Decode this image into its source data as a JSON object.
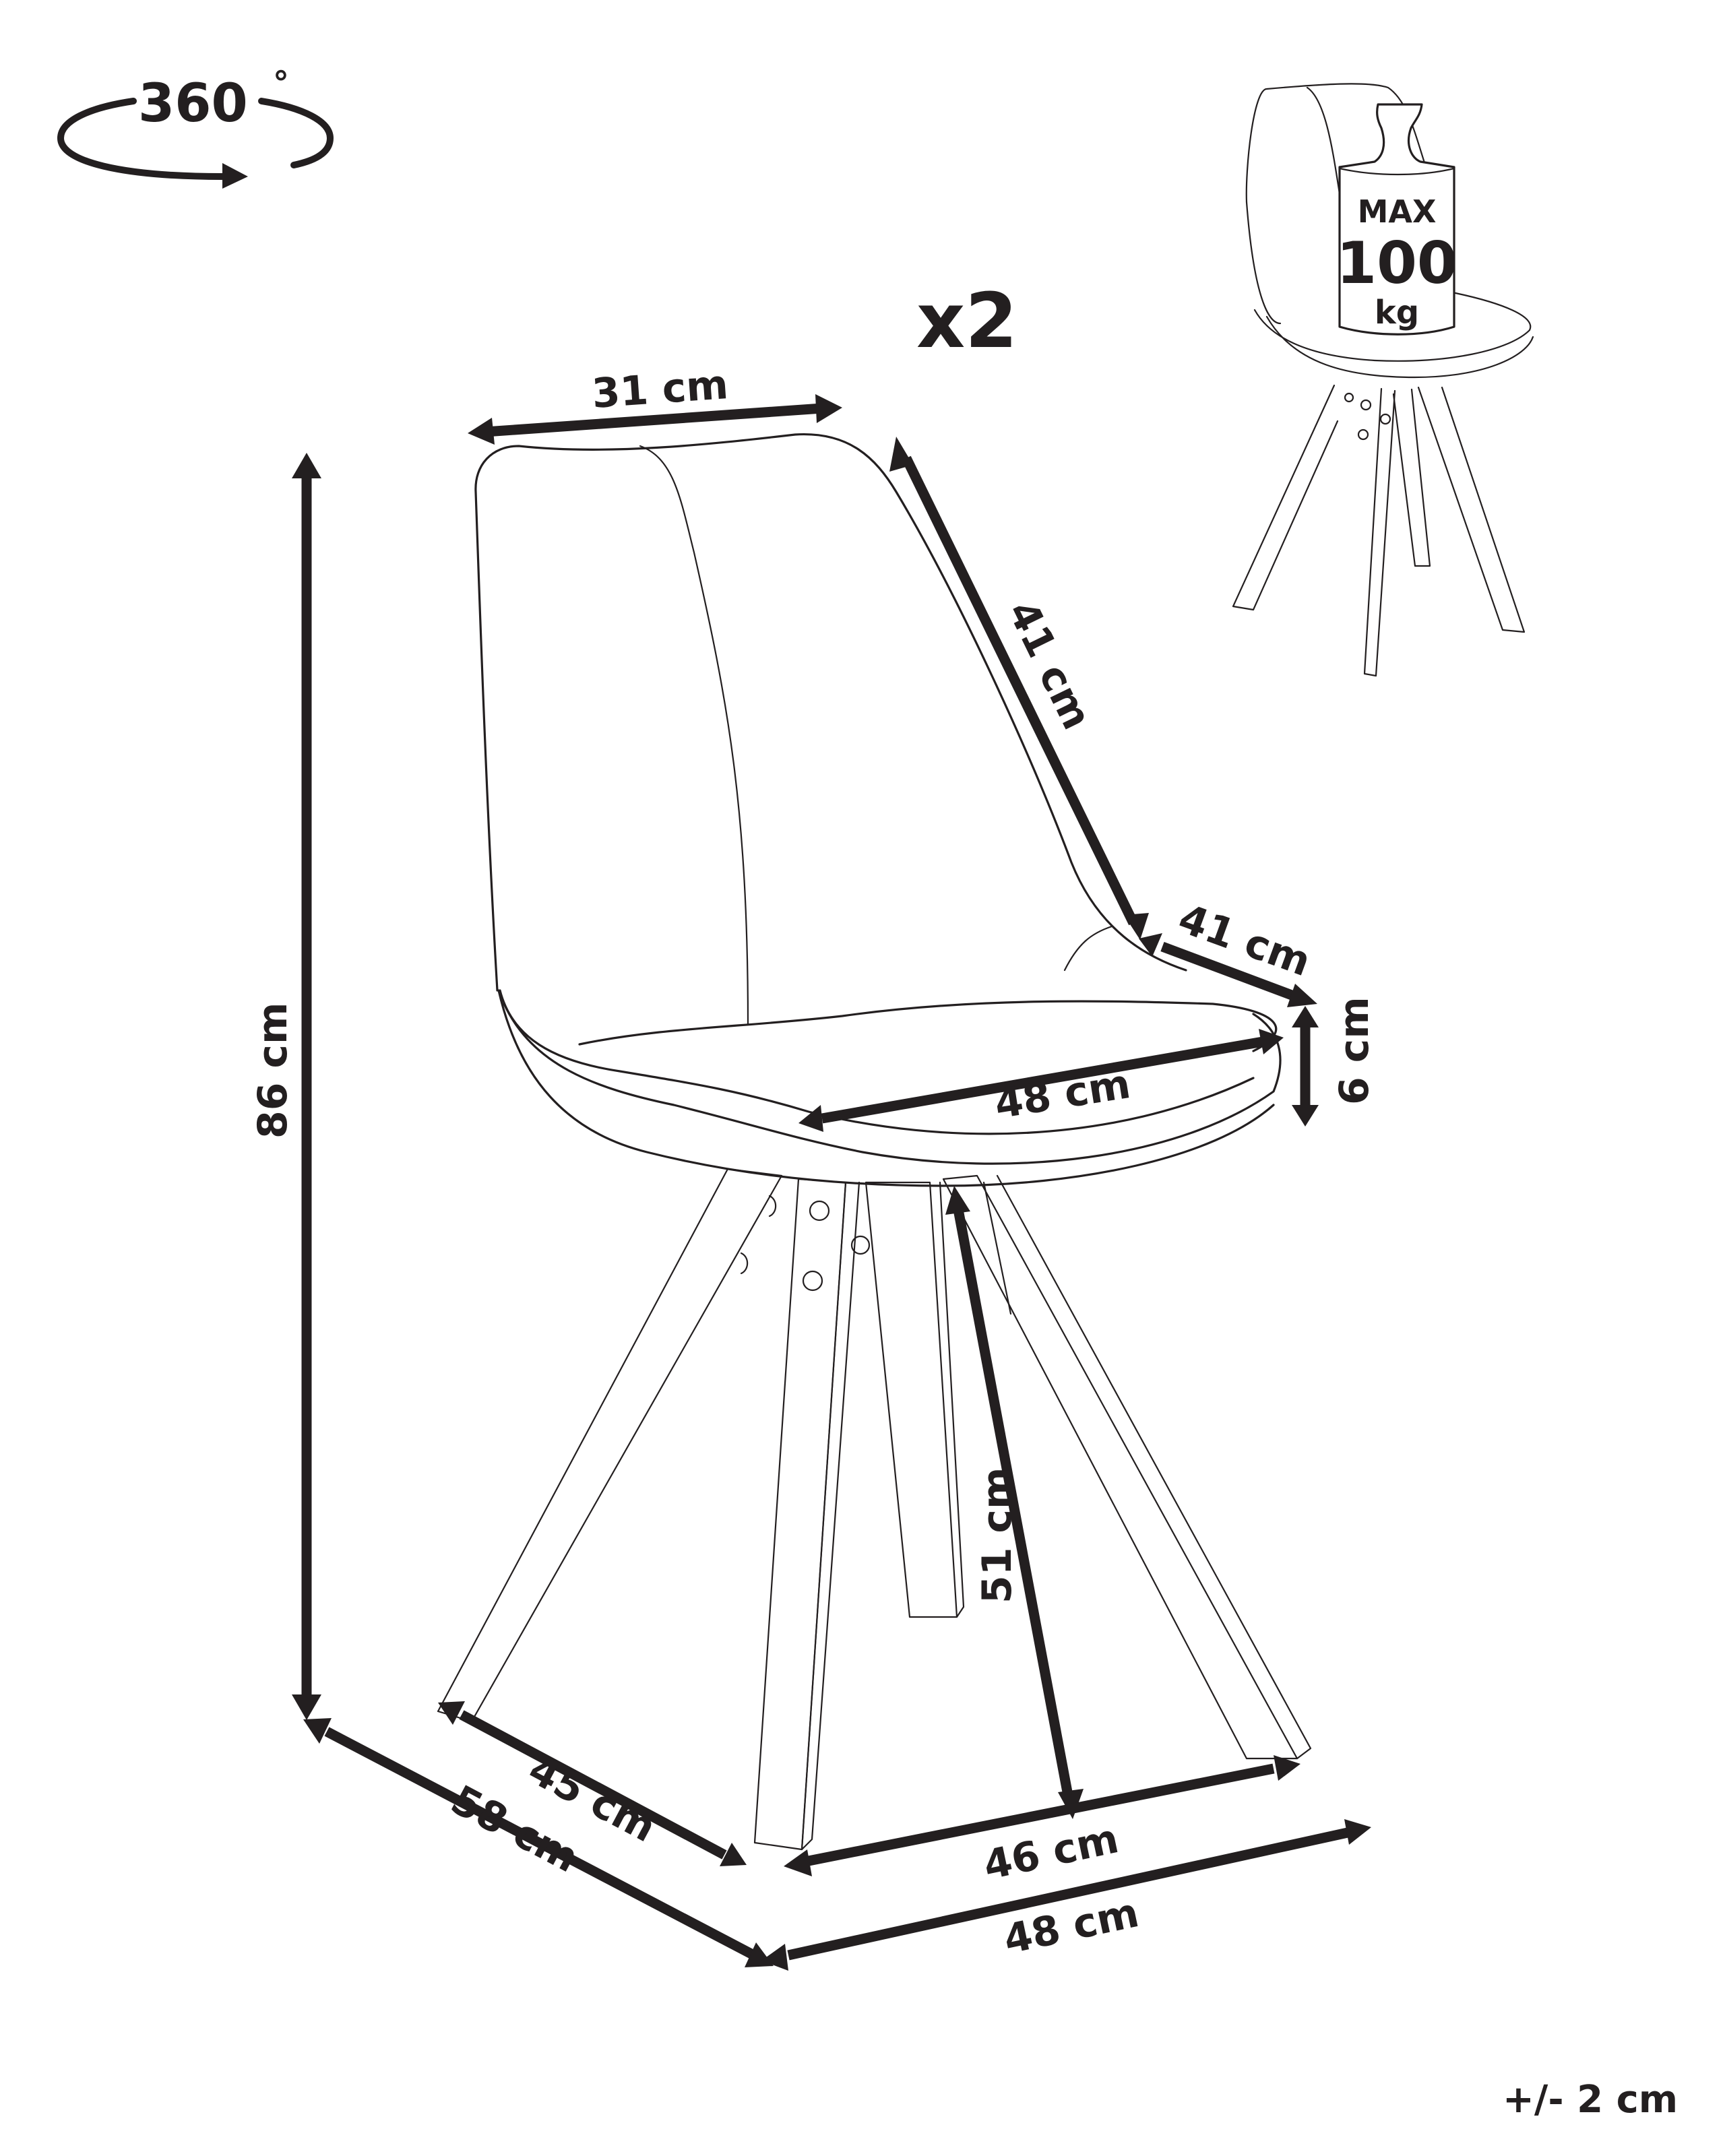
{
  "rotation_badge": {
    "label": "360",
    "degree_symbol": "°"
  },
  "quantity": "x2",
  "load_badge": {
    "line1": "MAX",
    "line2": "100",
    "line3": "kg"
  },
  "dimensions": {
    "backrest_top_width": "31 cm",
    "backrest_height": "41 cm",
    "seat_depth": "41 cm",
    "seat_thickness": "6 cm",
    "seat_width": "48 cm",
    "total_height": "86 cm",
    "seat_height": "51 cm",
    "leg_span_side": "45 cm",
    "leg_span_front": "46 cm",
    "overall_depth": "58 cm",
    "overall_width": "48 cm"
  },
  "tolerance": "+/- 2 cm",
  "colors": {
    "ink": "#231f20",
    "background": "#ffffff"
  }
}
